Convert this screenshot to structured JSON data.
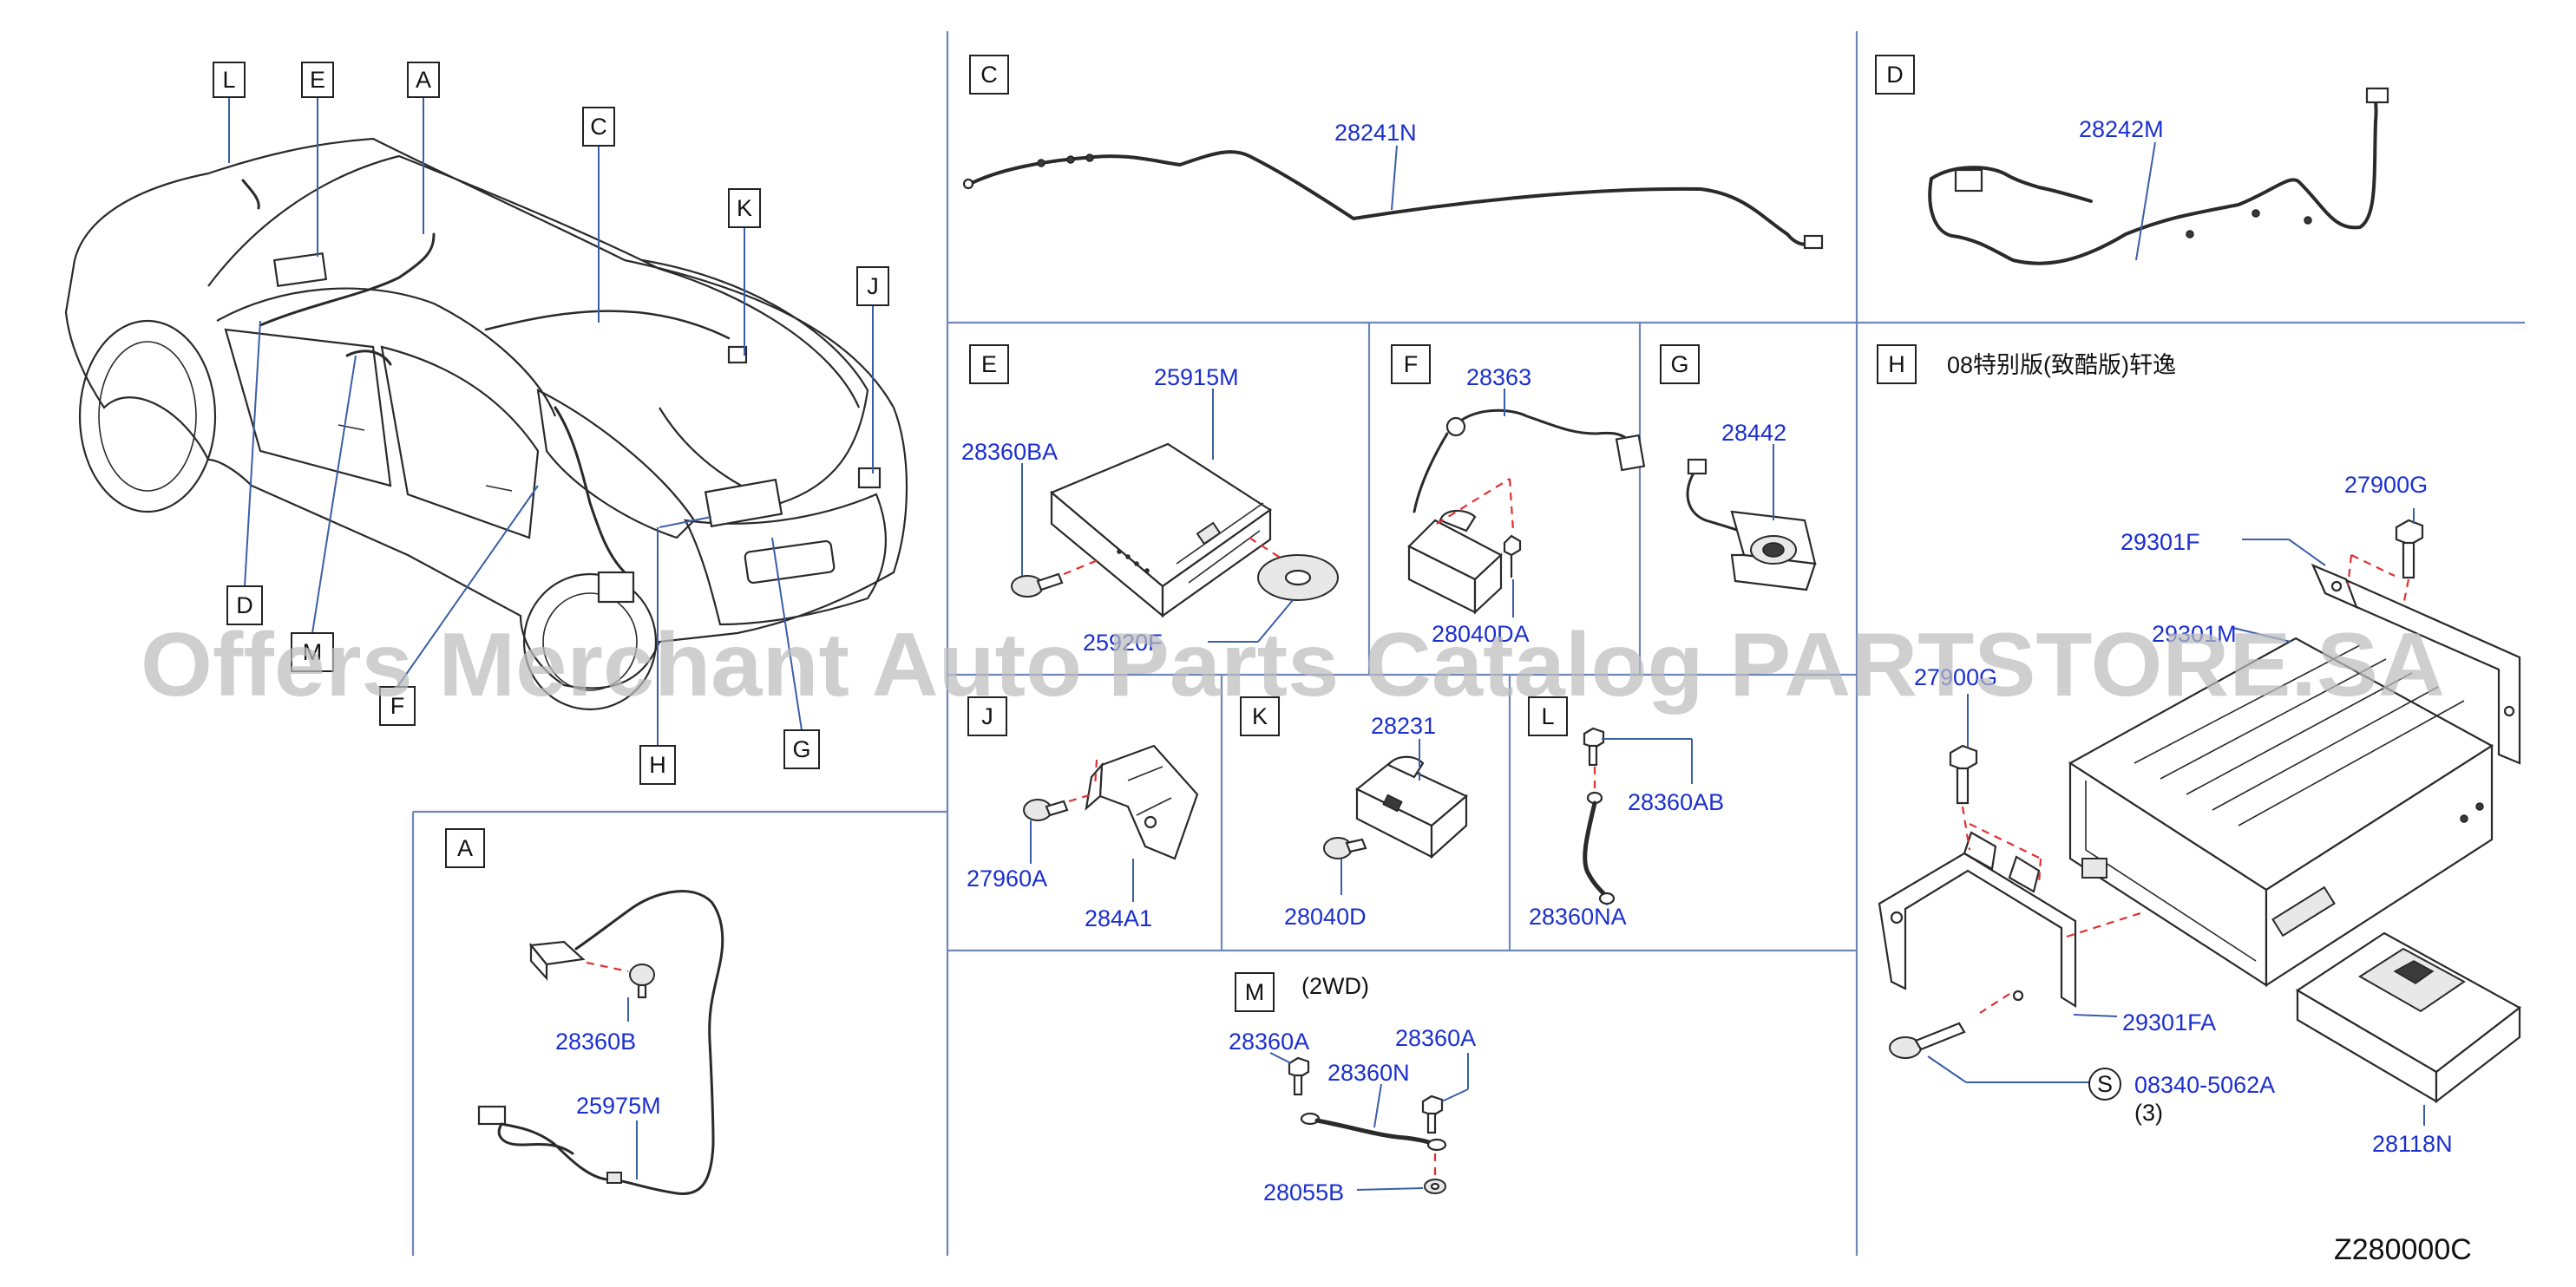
{
  "diagram": {
    "code": "Z280000C",
    "watermark": "Offers Merchant Auto Parts Catalog PARTSTORE.SA",
    "car_callouts": [
      "L",
      "E",
      "A",
      "C",
      "K",
      "J",
      "D",
      "M",
      "F",
      "H",
      "G"
    ],
    "panels": {
      "A": {
        "letter": "A",
        "parts": [
          "28360B",
          "25975M"
        ]
      },
      "C": {
        "letter": "C",
        "parts": [
          "28241N"
        ]
      },
      "D": {
        "letter": "D",
        "parts": [
          "28242M"
        ]
      },
      "E": {
        "letter": "E",
        "parts": [
          "25915M",
          "28360BA",
          "25920F"
        ]
      },
      "F": {
        "letter": "F",
        "parts": [
          "28363",
          "28040DA"
        ]
      },
      "G": {
        "letter": "G",
        "parts": [
          "28442"
        ]
      },
      "H": {
        "letter": "H",
        "note": "08特别版(致酷版)轩逸",
        "parts": [
          "27900G",
          "29301F",
          "29301M",
          "27900G",
          "29301FA",
          "08340-5062A",
          "28118N"
        ],
        "s_symbol": "S",
        "qty": "(3)"
      },
      "J": {
        "letter": "J",
        "parts": [
          "27960A",
          "284A1"
        ]
      },
      "K": {
        "letter": "K",
        "parts": [
          "28231",
          "28040D"
        ]
      },
      "L": {
        "letter": "L",
        "parts": [
          "28360AB",
          "28360NA"
        ]
      },
      "M": {
        "letter": "M",
        "note": "(2WD)",
        "parts": [
          "28360A",
          "28360N",
          "28360A",
          "28055B"
        ]
      }
    }
  }
}
